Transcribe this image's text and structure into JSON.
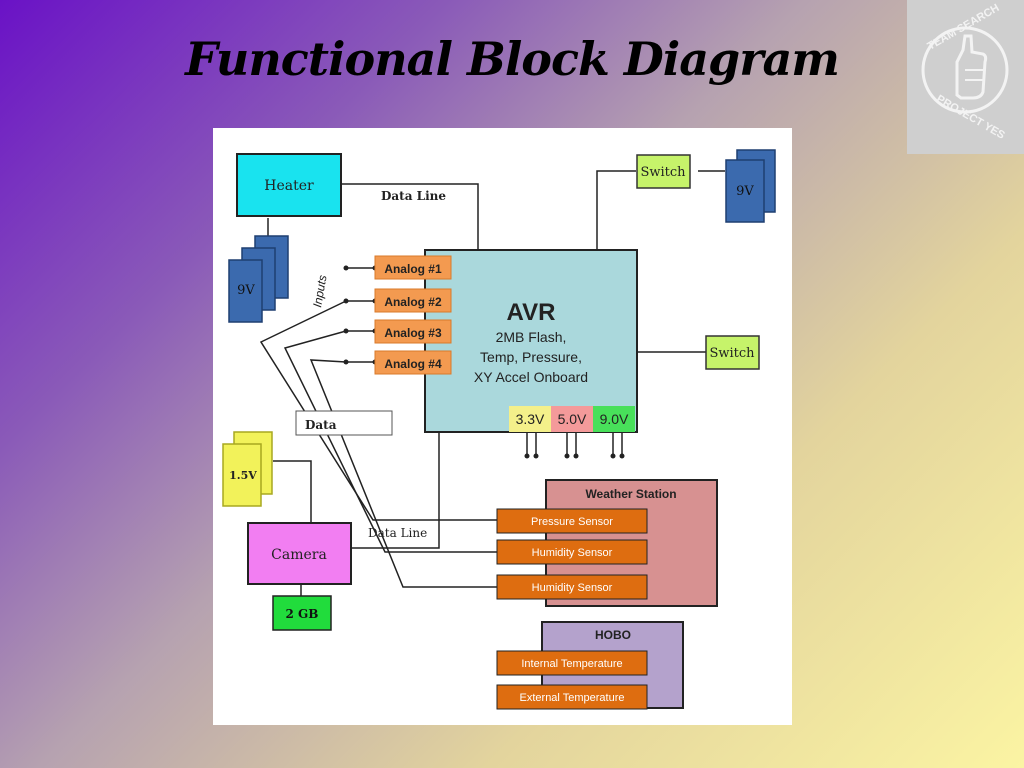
{
  "slide": {
    "title": "Functional Block Diagram"
  },
  "logo": {
    "top_text": "TEAM SEARCH",
    "bottom_text": "PROJECT YES"
  },
  "diagram": {
    "heater": "Heater",
    "data_line_top": "Data Line",
    "data_line_bottom": "Data Line",
    "battery_left": "9V",
    "battery_right": "9V",
    "switch_top": "Switch",
    "switch_right": "Switch",
    "analog": [
      "Analog #1",
      "Analog #2",
      "Analog #3",
      "Analog #4"
    ],
    "inputs_label": "Inputs",
    "data_label": "Data",
    "avr": {
      "title": "AVR",
      "line1": "2MB Flash,",
      "line2": "Temp, Pressure,",
      "line3": "XY Accel Onboard"
    },
    "voltages": [
      "3.3V",
      "5.0V",
      "9.0V"
    ],
    "battery_small": "1.5V",
    "camera": "Camera",
    "storage": "2 GB",
    "weather_station": {
      "title": "Weather Station",
      "sensors": [
        "Pressure Sensor",
        "Humidity Sensor",
        "Humidity Sensor"
      ]
    },
    "hobo": {
      "title": "HOBO",
      "sensors": [
        "Internal Temperature",
        "External Temperature"
      ]
    }
  }
}
